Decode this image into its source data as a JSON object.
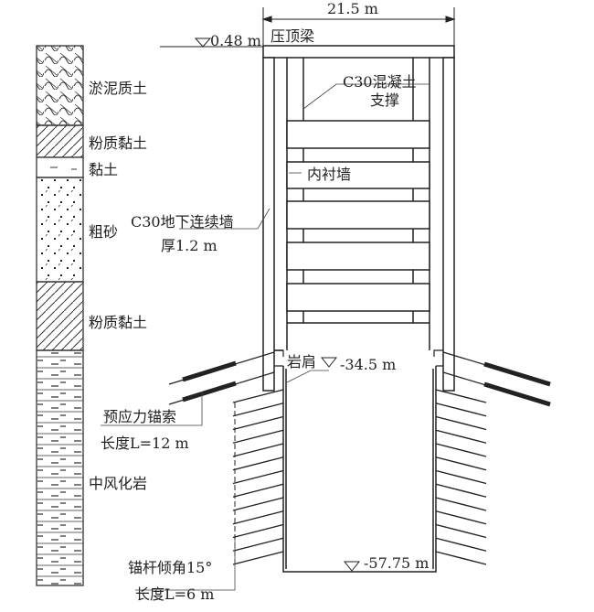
{
  "dimension": {
    "width_label": "21.5 m"
  },
  "elevations": {
    "ground": "0.48 m",
    "rock_shoulder": "-34.5 m",
    "bottom": "-57.75 m"
  },
  "structure_labels": {
    "cap_beam": "压顶梁",
    "strut_line1": "C30混凝土",
    "strut_line2": "支撑",
    "inner_lining": "内衬墙",
    "diaphragm_line1": "C30地下连续墙",
    "diaphragm_line2": "厚1.2 m",
    "rock_shoulder": "岩肩",
    "anchor_line1": "预应力锚索",
    "anchor_line2": "长度L=12 m",
    "bolt_line1": "锚杆倾角15°",
    "bolt_line2": "长度L=6 m"
  },
  "soil_layers": [
    {
      "name": "淤泥质土"
    },
    {
      "name": "粉质黏土"
    },
    {
      "name": "黏土"
    },
    {
      "name": "粗砂"
    },
    {
      "name": "粉质黏土"
    },
    {
      "name": "中风化岩"
    }
  ]
}
